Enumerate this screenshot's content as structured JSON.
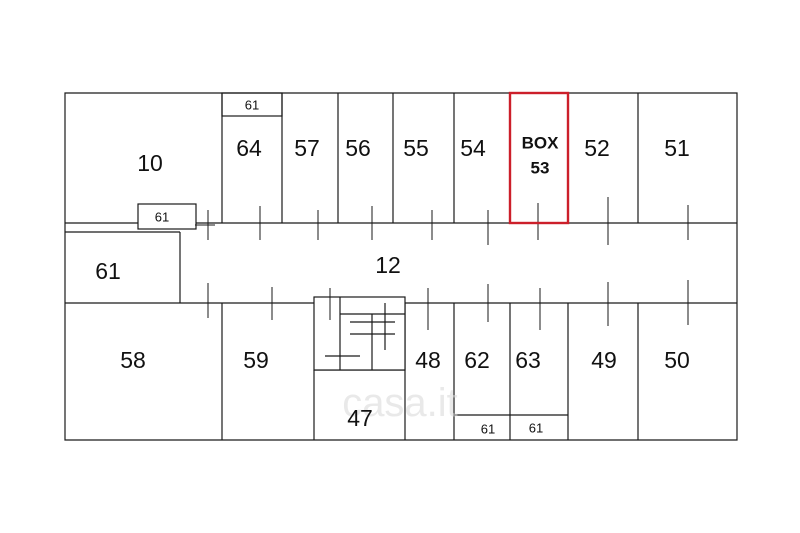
{
  "rooms": {
    "r10": "10",
    "r64": "64",
    "r57": "57",
    "r56": "56",
    "r55": "55",
    "r54": "54",
    "r52": "52",
    "r51": "51",
    "r61_left": "61",
    "r58": "58",
    "r59": "59",
    "r47": "47",
    "r48": "48",
    "r62": "62",
    "r63": "63",
    "r49": "49",
    "r50": "50",
    "corridor": "12",
    "small_61_top": "61",
    "small_61_left": "61",
    "small_61_bottom_a": "61",
    "small_61_bottom_b": "61"
  },
  "highlight": {
    "line1": "BOX",
    "line2": "53",
    "color": "#cc1f2a"
  },
  "watermark": "casa.it"
}
